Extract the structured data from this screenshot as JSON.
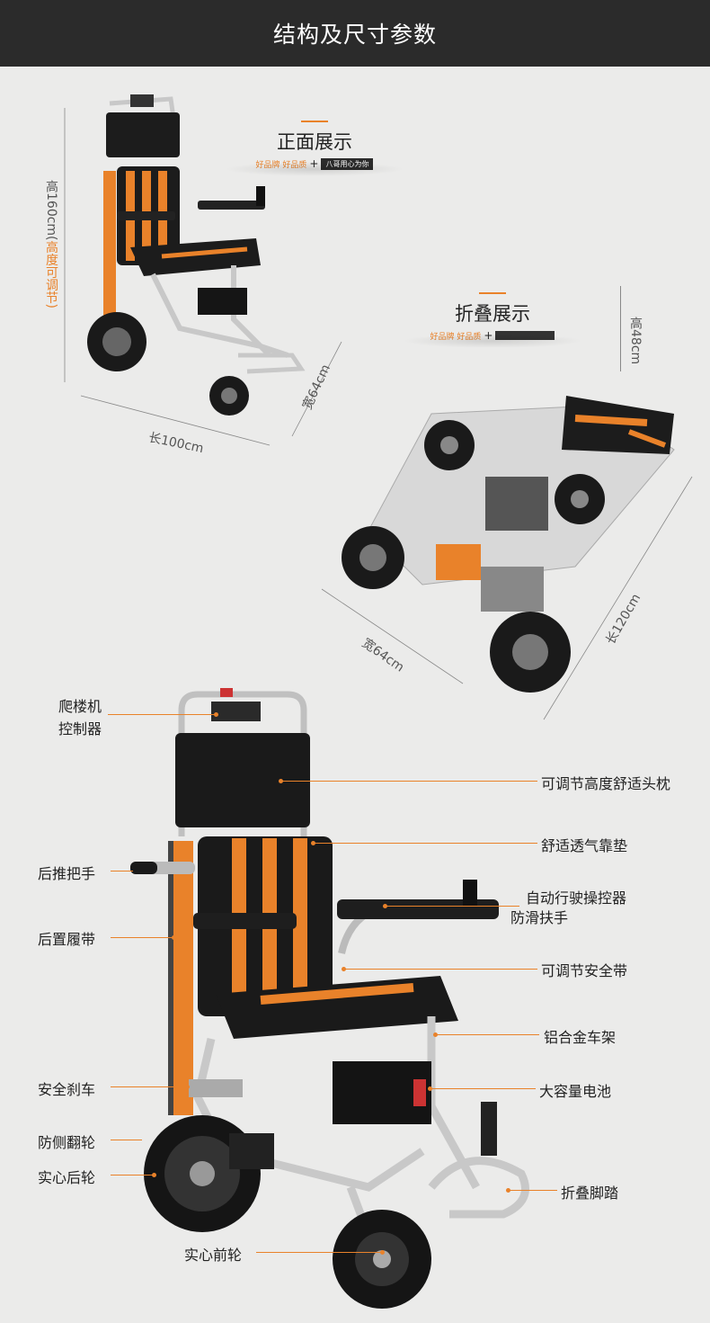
{
  "header": {
    "title": "结构及尺寸参数"
  },
  "front_view": {
    "title": "正面展示",
    "sub_brand": "好品牌 好品质",
    "sub_plus": "+",
    "sub_tag": "八哥用心为你",
    "height_label_1": "高160cm(",
    "height_label_2": "高度可调节)",
    "length_label": "长100cm",
    "width_label": "宽64cm"
  },
  "folded_view": {
    "title": "折叠展示",
    "sub_brand": "好品牌 好品质",
    "sub_plus": "+",
    "height_label": "高48cm",
    "width_label": "宽64cm",
    "length_label": "长120cm"
  },
  "parts": {
    "stair_controller_1": "爬楼机",
    "stair_controller_2": "控制器",
    "push_handle": "后推把手",
    "rear_track": "后置履带",
    "brake": "安全刹车",
    "anti_tip": "防侧翻轮",
    "rear_wheel": "实心后轮",
    "front_wheel": "实心前轮",
    "headrest": "可调节高度舒适头枕",
    "cushion": "舒适透气靠垫",
    "joystick": "自动行驶操控器",
    "armrest": "防滑扶手",
    "seat_belt": "可调节安全带",
    "frame": "铝合金车架",
    "battery": "大容量电池",
    "footrest": "折叠脚踏"
  },
  "colors": {
    "accent": "#e9822a",
    "header_bg": "#2b2b2b",
    "page_bg": "#ebebea"
  }
}
